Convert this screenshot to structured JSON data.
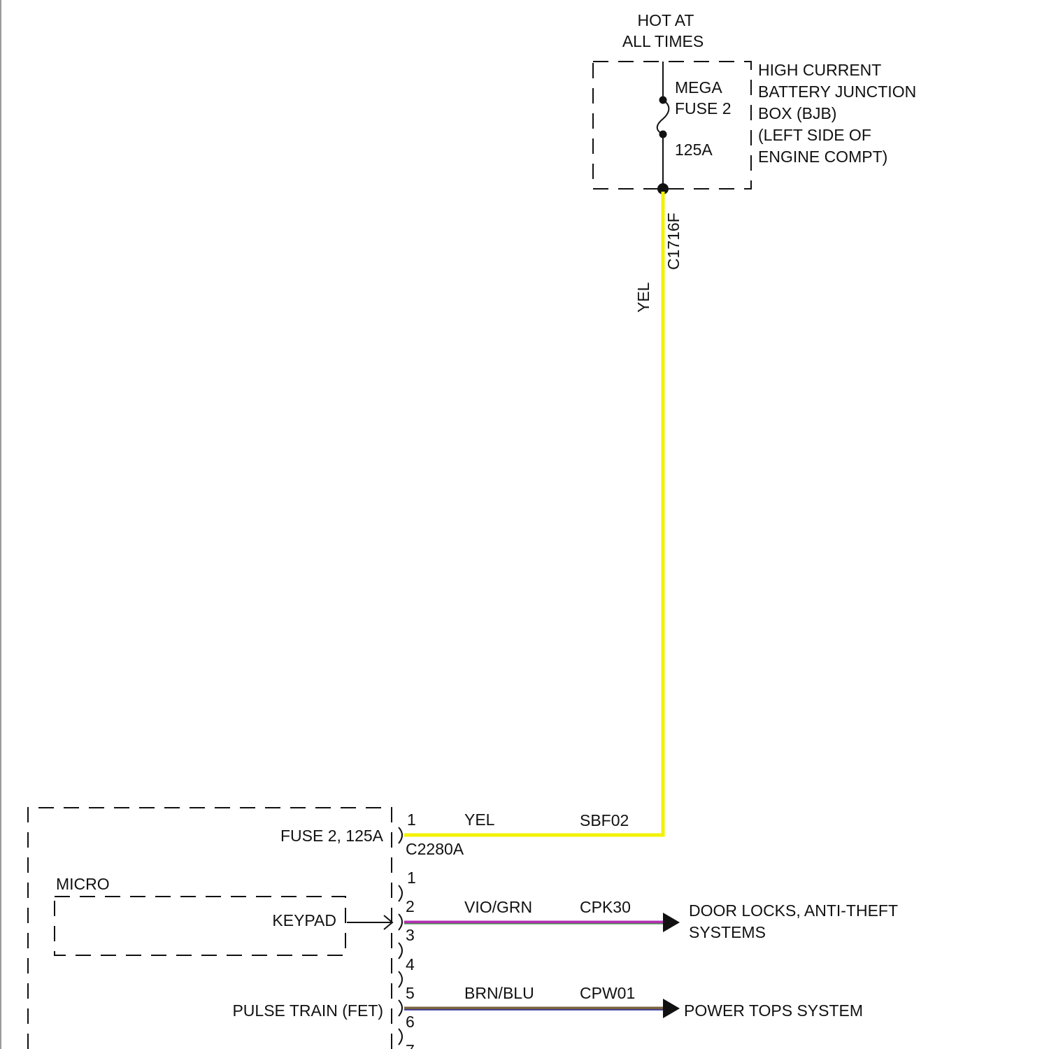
{
  "diagram": {
    "power_source": {
      "label_line1": "HOT AT",
      "label_line2": "ALL TIMES"
    },
    "bjb": {
      "fuse_line1": "MEGA",
      "fuse_line2": "FUSE 2",
      "fuse_rating": "125A",
      "name_lines": [
        "HIGH CURRENT",
        "BATTERY JUNCTION",
        "BOX (BJB)",
        "(LEFT SIDE OF",
        "ENGINE COMPT)"
      ]
    },
    "vertical_wire": {
      "color_label": "YEL",
      "connector": "C1716F",
      "color": "#f2f200"
    },
    "module": {
      "fuse_input_label": "FUSE 2, 125A",
      "micro_label": "MICRO",
      "keypad_label": "KEYPAD",
      "pulse_train_label": "PULSE TRAIN (FET)"
    },
    "connector_c2280a": {
      "name": "C2280A",
      "pin": "1"
    },
    "pin_labels": [
      "1",
      "2",
      "3",
      "4",
      "5",
      "6",
      "7"
    ],
    "circuits": [
      {
        "pin": "1",
        "color_label": "YEL",
        "circuit_id": "SBF02",
        "color": "#f2f200",
        "destination": ""
      },
      {
        "pin": "2",
        "color_label": "VIO/GRN",
        "circuit_id": "CPK30",
        "color": "#b030b0",
        "stripe": "#3a9a3a",
        "destination_line1": "DOOR LOCKS, ANTI-THEFT",
        "destination_line2": "SYSTEMS"
      },
      {
        "pin": "5",
        "color_label": "BRN/BLU",
        "circuit_id": "CPW01",
        "color": "#7a6440",
        "stripe": "#2a2a9a",
        "destination_line1": "POWER TOPS SYSTEM"
      }
    ]
  }
}
